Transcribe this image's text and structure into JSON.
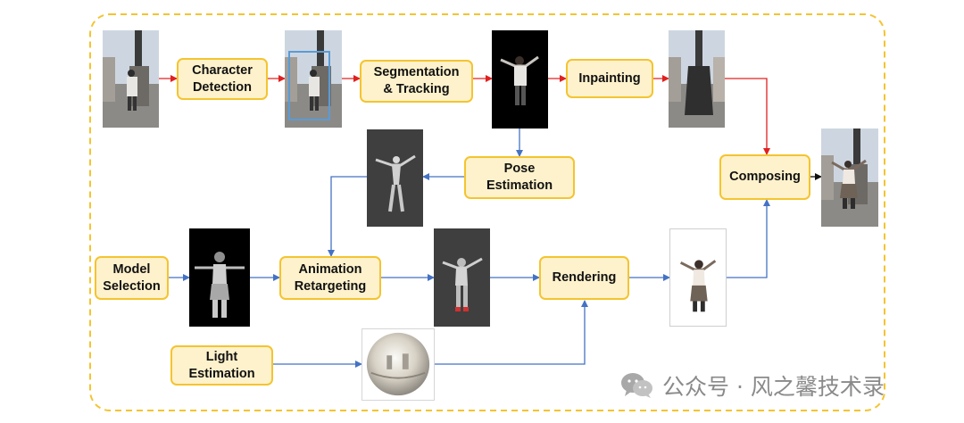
{
  "diagram": {
    "nodes": {
      "character_detection": "Character\nDetection",
      "segmentation_tracking": "Segmentation\n& Tracking",
      "inpainting": "Inpainting",
      "pose_estimation": "Pose\nEstimation",
      "composing": "Composing",
      "model_selection": "Model\nSelection",
      "animation_retargeting": "Animation\nRetargeting",
      "rendering": "Rendering",
      "light_estimation": "Light\nEstimation"
    },
    "colors": {
      "node_fill": "#fef2cc",
      "node_border": "#f4c430",
      "frame_border": "#f4c430",
      "top_pipeline_arrow": "#e02020",
      "bottom_pipeline_arrow": "#4472c4",
      "detection_box": "#5b9bd5"
    }
  },
  "watermark": {
    "text": "公众号 · 风之馨技术录",
    "icon": "wechat-icon"
  }
}
